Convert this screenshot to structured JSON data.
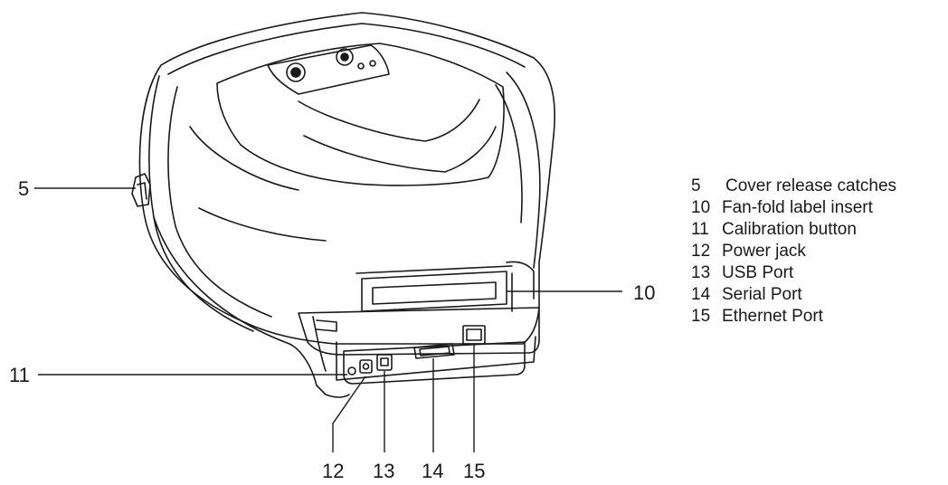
{
  "callouts": [
    {
      "id": "5",
      "text": "5"
    },
    {
      "id": "10",
      "text": "10"
    },
    {
      "id": "11",
      "text": "11"
    },
    {
      "id": "12",
      "text": "12"
    },
    {
      "id": "13",
      "text": "13"
    },
    {
      "id": "14",
      "text": "14"
    },
    {
      "id": "15",
      "text": "15"
    }
  ],
  "legend": [
    {
      "number": "5",
      "label": "Cover release catches"
    },
    {
      "number": "10",
      "label": "Fan-fold label insert"
    },
    {
      "number": "11",
      "label": "Calibration button"
    },
    {
      "number": "12",
      "label": "Power jack"
    },
    {
      "number": "13",
      "label": "USB Port"
    },
    {
      "number": "14",
      "label": "Serial Port"
    },
    {
      "number": "15",
      "label": "Ethernet Port"
    }
  ]
}
